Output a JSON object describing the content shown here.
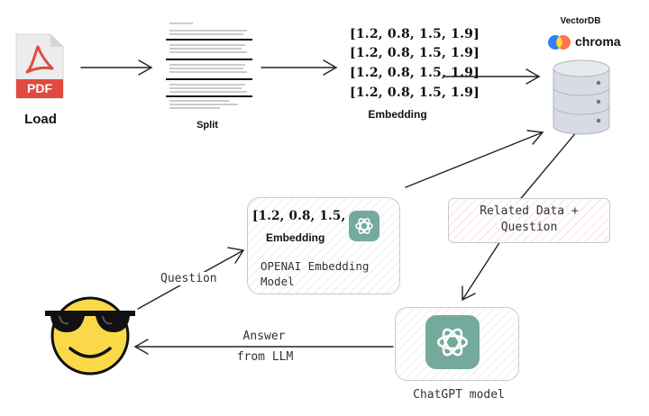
{
  "load": {
    "icon_text": "PDF",
    "label": "Load"
  },
  "split": {
    "label": "Split"
  },
  "embedding_top": {
    "vectors": [
      "[1.2, 0.8, 1.5, 1.9]",
      "[1.2, 0.8, 1.5, 1.9]",
      "[1.2, 0.8, 1.5, 1.9]",
      "[1.2, 0.8, 1.5, 1.9]"
    ],
    "label": "Embedding"
  },
  "vectordb": {
    "title": "VectorDB",
    "brand": "chroma"
  },
  "openai_box": {
    "vector": "[1.2, 0.8, 1.5, 1.9]",
    "label": "Embedding",
    "model_line1": "OPENAI Embedding",
    "model_line2": "Model"
  },
  "related_box": {
    "line1": "Related Data +",
    "line2": "Question"
  },
  "chatgpt": {
    "label": "ChatGPT model"
  },
  "edges": {
    "question": "Question",
    "answer_line1": "Answer",
    "answer_line2": "from LLM"
  },
  "colors": {
    "pdf_red": "#e04a3f",
    "gpt_green": "#74aa9c",
    "emoji_yellow": "#f9d94a"
  }
}
